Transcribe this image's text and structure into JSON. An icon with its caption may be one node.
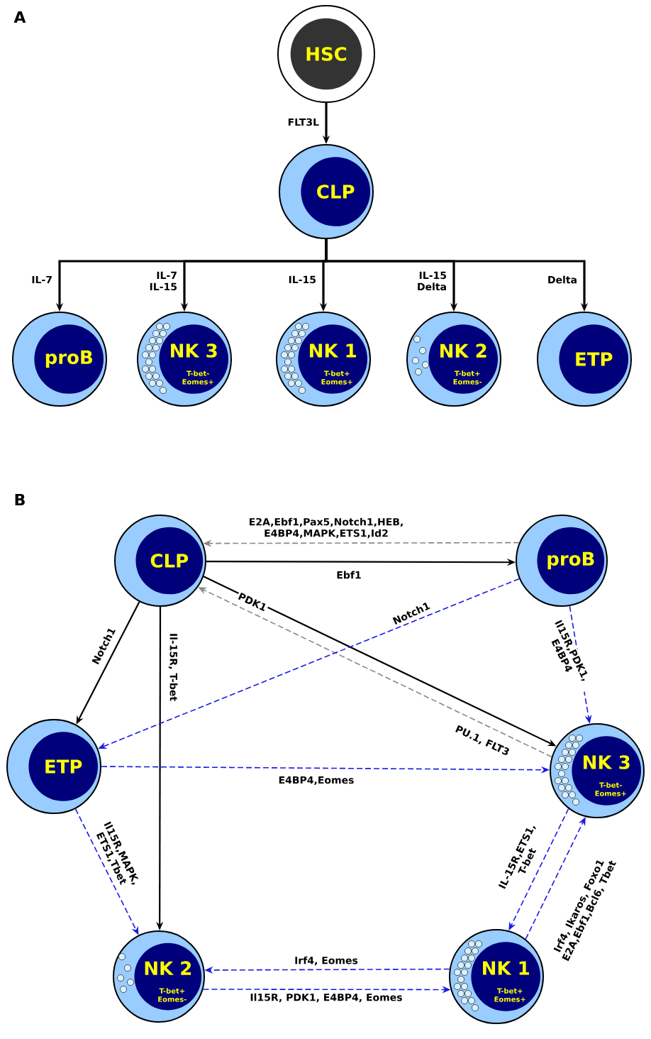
{
  "diagram": {
    "nodes": [
      {
        "text": [
          "HSC"
        ]
      },
      {
        "text": [
          "CLP"
        ]
      },
      {
        "text": [
          "proB"
        ]
      },
      {
        "text": [
          "NK 3",
          "T-bet-",
          "Eomes+"
        ]
      },
      {
        "text": [
          "NK 1",
          "T-bet+",
          "Eomes+"
        ]
      },
      {
        "text": [
          "NK 2",
          "T-bet+",
          "Eomes-"
        ]
      },
      {
        "text": [
          "ETP"
        ]
      },
      {
        "text": [
          "CLP"
        ]
      },
      {
        "text": [
          "proB"
        ]
      },
      {
        "text": [
          "ETP"
        ]
      },
      {
        "text": [
          "NK 3",
          "T-bet-",
          "Eomes+"
        ]
      },
      {
        "text": [
          "NK 2",
          "T-bet+",
          "Eomes-"
        ]
      },
      {
        "text": [
          "NK 1",
          "T-bet+",
          "Eomes+"
        ]
      }
    ],
    "edges": [
      {
        "from": 0,
        "to": 1,
        "arrow": "to",
        "label": "FLT3L"
      },
      {
        "from": 1,
        "to": 2,
        "arrow": "to",
        "label": "IL-7"
      },
      {
        "from": 1,
        "to": 3,
        "arrow": "to",
        "label": "IL-7 IL-15"
      },
      {
        "from": 1,
        "to": 4,
        "arrow": "to",
        "label": "IL-15"
      },
      {
        "from": 1,
        "to": 5,
        "arrow": "to",
        "label": "IL-15 Delta"
      },
      {
        "from": 1,
        "to": 6,
        "arrow": "to",
        "label": "Delta"
      },
      {
        "from": 8,
        "to": 7,
        "arrow": "to",
        "label": "E2A,Ebf1,Pax5,Notch1,HEB, E4BP4,MAPK,ETS1,Id2",
        "style": "dashed",
        "color": "#888888"
      },
      {
        "from": 7,
        "to": 8,
        "arrow": "to",
        "label": "Ebf1"
      },
      {
        "from": 7,
        "to": 10,
        "arrow": "to",
        "label": "PDK1"
      },
      {
        "from": 10,
        "to": 7,
        "arrow": "to",
        "label": "PU.1, FLT3",
        "style": "dashed",
        "color": "#888888"
      },
      {
        "from": 7,
        "to": 9,
        "arrow": "to",
        "label": "Notch1"
      },
      {
        "from": 7,
        "to": 11,
        "arrow": "to",
        "label": "Il-15R, T-bet"
      },
      {
        "from": 8,
        "to": 9,
        "arrow": "to",
        "label": "Notch1",
        "style": "dashed",
        "color": "#1a1ae6"
      },
      {
        "from": 8,
        "to": 10,
        "arrow": "to",
        "label": "Il15R,PDK1, E4BP4",
        "style": "dashed",
        "color": "#1a1ae6"
      },
      {
        "from": 9,
        "to": 10,
        "arrow": "to",
        "label": "E4BP4,Eomes",
        "style": "dashed",
        "color": "#1a1ae6"
      },
      {
        "from": 9,
        "to": 11,
        "arrow": "to",
        "label": "Il15R,MAPK, ETS1,Tbet",
        "style": "dashed",
        "color": "#1a1ae6"
      },
      {
        "from": 10,
        "to": 12,
        "arrow": "to",
        "label": "IL-15R,ETS1, T-bet",
        "style": "dashed",
        "color": "#1a1ae6"
      },
      {
        "from": 12,
        "to": 10,
        "arrow": "to",
        "label": "Irf4, Ikaros, Foxo1 E2A,Ebf1,Bcl6, Tbet",
        "style": "dashed",
        "color": "#1a1ae6"
      },
      {
        "from": 12,
        "to": 11,
        "arrow": "to",
        "label": "Irf4, Eomes",
        "style": "dashed",
        "color": "#1a1ae6"
      },
      {
        "from": 11,
        "to": 12,
        "arrow": "to",
        "label": "Il15R, PDK1, E4BP4, Eomes",
        "style": "dashed",
        "color": "#1a1ae6"
      }
    ],
    "labels": [
      "A",
      "B"
    ]
  }
}
